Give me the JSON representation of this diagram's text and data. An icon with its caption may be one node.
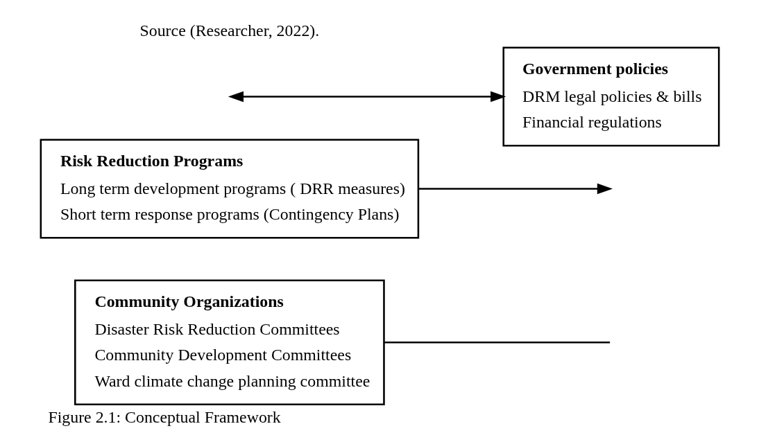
{
  "diagram": {
    "caption": "Figure 2.1: Conceptual Framework",
    "nodes": [
      {
        "text": [
          "Risk Reduction Programs",
          "Long term development programs ( DRR measures)",
          "Short term response programs (Contingency Plans)"
        ]
      },
      {
        "text": [
          "Community Organizations",
          "Disaster Risk Reduction Committees",
          "Community Development Committees",
          "Ward climate change planning committee"
        ]
      },
      {
        "text": [
          "Government policies",
          "DRM legal policies & bills",
          "Financial regulations"
        ]
      }
    ],
    "edges": [
      {
        "from": 0,
        "to": null,
        "arrow": "to"
      },
      {
        "from": 1,
        "to": null,
        "arrow": "none"
      },
      {
        "from": null,
        "to": 2,
        "arrow": "both"
      }
    ],
    "labels": [
      "Source (Researcher, 2022)."
    ]
  }
}
